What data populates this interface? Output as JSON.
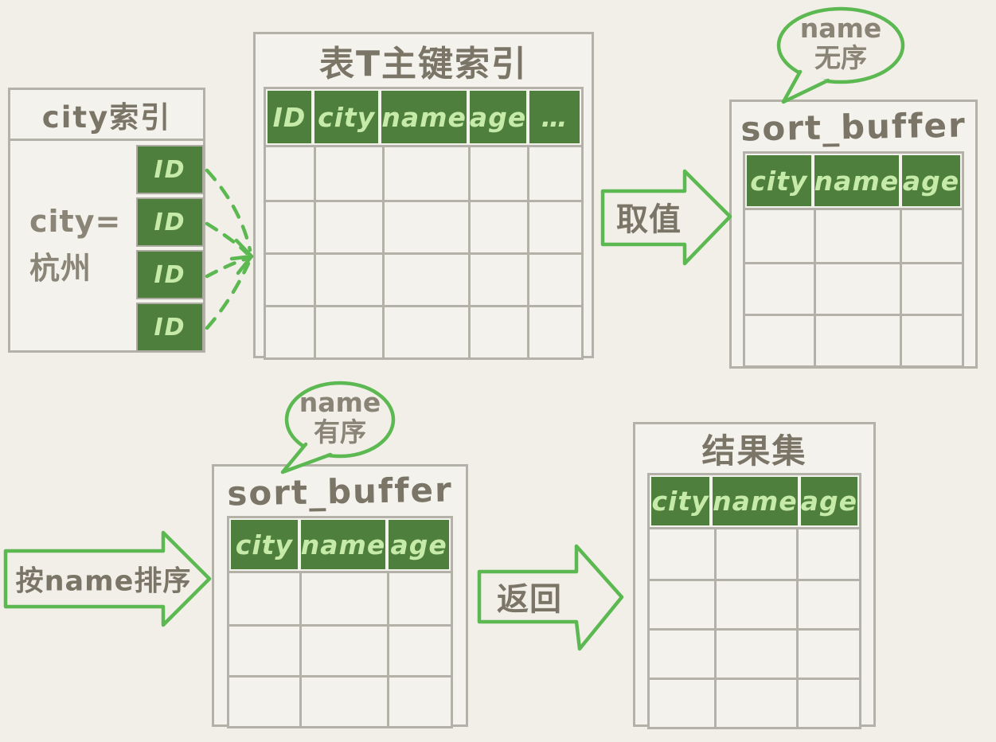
{
  "colors": {
    "background": "#f1efe8",
    "table_fill": "#f4f2ec",
    "border_gray": "#b4b1a8",
    "header_green": "#4f7f3d",
    "header_text_green": "#c6eaa8",
    "hand_text": "#7a7567",
    "accent_green": "#5cb851"
  },
  "city_index": {
    "title": "city索引",
    "condition": {
      "line1": "city=",
      "line2": "杭州"
    },
    "id_cells": [
      "ID",
      "ID",
      "ID",
      "ID"
    ]
  },
  "primary_key_table": {
    "title": "表T主键索引",
    "columns": [
      "ID",
      "city",
      "name",
      "age",
      "…"
    ],
    "empty_rows": 4
  },
  "sort_buffer_top": {
    "title": "sort_buffer",
    "columns": [
      "city",
      "name",
      "age"
    ],
    "empty_rows": 3,
    "bubble": {
      "line1": "name",
      "line2": "无序"
    }
  },
  "sort_buffer_bottom": {
    "title": "sort_buffer",
    "columns": [
      "city",
      "name",
      "age"
    ],
    "empty_rows": 3,
    "bubble": {
      "line1": "name",
      "line2": "有序"
    }
  },
  "result_set": {
    "title": "结果集",
    "columns": [
      "city",
      "name",
      "age"
    ],
    "empty_rows": 4
  },
  "arrows": {
    "fetch": "取值",
    "sort_by_name": "按name排序",
    "return": "返回"
  }
}
